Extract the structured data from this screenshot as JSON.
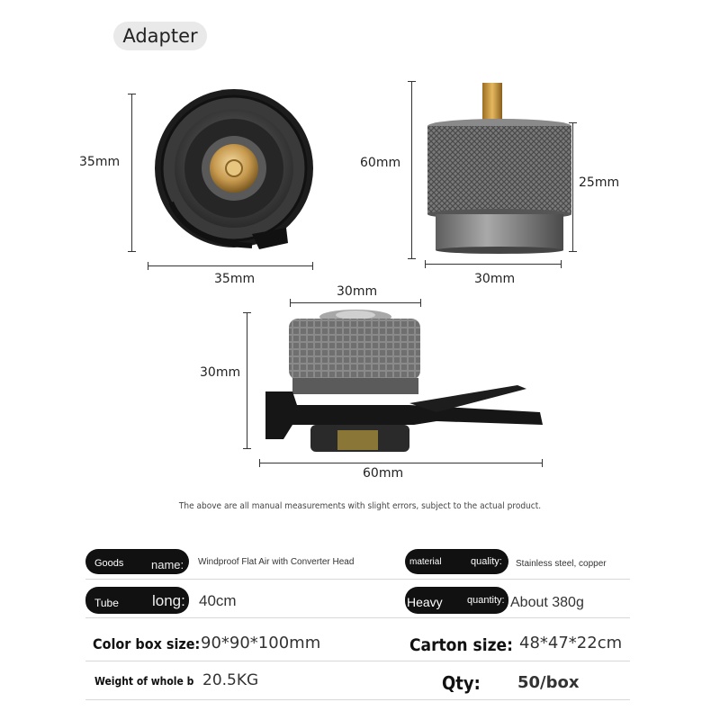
{
  "title": "Adapter",
  "dimensions": {
    "top_left_height": "35mm",
    "top_left_width": "35mm",
    "top_right_total_height": "60mm",
    "top_right_body_height": "25mm",
    "top_right_width": "30mm",
    "bottom_top_width": "30mm",
    "bottom_height": "30mm",
    "bottom_width": "60mm"
  },
  "note": "The above are all manual measurements with slight errors, subject to the actual product.",
  "specs": {
    "goods_label_a": "Goods",
    "goods_label_b": "name:",
    "goods_value": "Windproof Flat Air with Converter Head",
    "material_label_a": "material",
    "material_label_b": "quality:",
    "material_value": "Stainless steel, copper",
    "tube_label_a": "Tube",
    "tube_label_b": "long:",
    "tube_value": "40cm",
    "heavy_label_a": "Heavy",
    "heavy_label_b": "quantity:",
    "heavy_value": "About 380g",
    "color_box_label": "Color box size:",
    "color_box_value": "90*90*100mm",
    "carton_label": "Carton size:",
    "carton_value": "48*47*22cm",
    "weight_label": "Weight of whole box",
    "weight_value": "20.5KG",
    "qty_label": "Qty:",
    "qty_value": "50/box"
  }
}
